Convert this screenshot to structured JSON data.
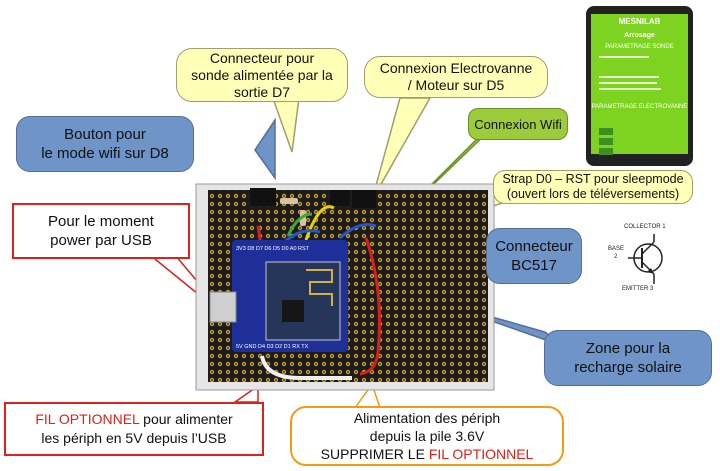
{
  "callouts": {
    "sonde": {
      "line1": "Connecteur pour",
      "line2": "sonde alimentée par la",
      "line3": "sortie  D7"
    },
    "electrovanne": {
      "line1": "Connexion Electrovanne",
      "line2": "/ Moteur sur D5"
    },
    "bouton": {
      "line1": "Bouton pour",
      "line2": "le mode wifi sur D8"
    },
    "wifi": {
      "text": "Connexion Wifi"
    },
    "strap": {
      "line1": "Strap D0 – RST pour sleepmode",
      "line2": "(ouvert lors de téléversements)"
    },
    "power": {
      "line1": "Pour le moment",
      "line2": "power par USB"
    },
    "connecteur": {
      "line1": "Connecteur",
      "line2": "BC517"
    },
    "zone": {
      "line1": "Zone pour la",
      "line2": "recharge solaire"
    },
    "fil": {
      "red": "FIL OPTIONNEL",
      "rest": " pour alimenter",
      "line2": "les périph en 5V depuis l’USB"
    },
    "alim": {
      "line1": "Alimentation des périph",
      "line2": "depuis la pile 3.6V",
      "line3a": "SUPPRIMER LE ",
      "line3b": "FIL OPTIONNEL"
    }
  },
  "phone": {
    "brand": "MESNILAB",
    "title": "Arrosage",
    "section1": "PARAMETRAGE SONDE",
    "section2": "PARAMETRAGE ELECTROVANNE"
  },
  "transistor": {
    "collector": "COLLECTOR 1",
    "base": "BASE",
    "base_pin": "2",
    "emitter": "EMITTER 3"
  },
  "board": {
    "pins_top": "3V3 D8 D7 D6 D5 D0 A0 RST",
    "pins_bottom": "5V GND D4 D3 D2 D1 RX TX"
  },
  "colors": {
    "yellow": "#ffffb8",
    "blue": "#6f94c8",
    "green": "#9ccc3c",
    "red": "#e0201a",
    "orange": "#f39c12"
  }
}
